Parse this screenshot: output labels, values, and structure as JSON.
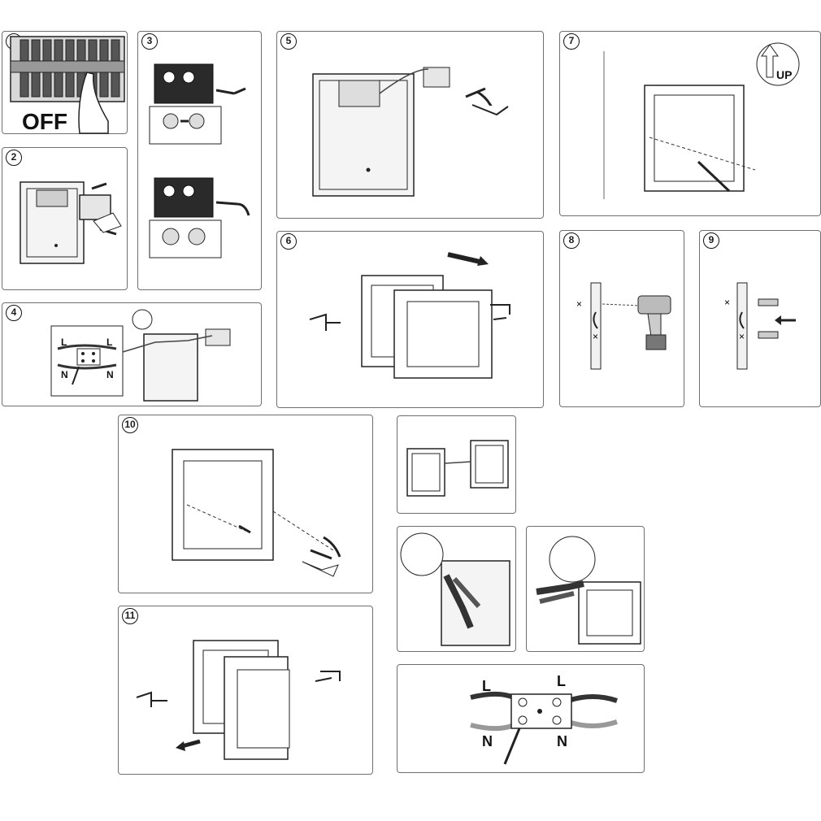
{
  "steps": [
    {
      "id": "1",
      "text": "OFF"
    },
    {
      "id": "2"
    },
    {
      "id": "3"
    },
    {
      "id": "4",
      "label_l_left": "L",
      "label_l_right": "L",
      "label_n_left": "N",
      "label_n_right": "N"
    },
    {
      "id": "5"
    },
    {
      "id": "6"
    },
    {
      "id": "7",
      "text": "UP"
    },
    {
      "id": "8"
    },
    {
      "id": "9"
    },
    {
      "id": "10"
    },
    {
      "id": "11"
    }
  ],
  "terminal_detail": {
    "label_l_left": "L",
    "label_l_right": "L",
    "label_n_left": "N",
    "label_n_right": "N"
  }
}
